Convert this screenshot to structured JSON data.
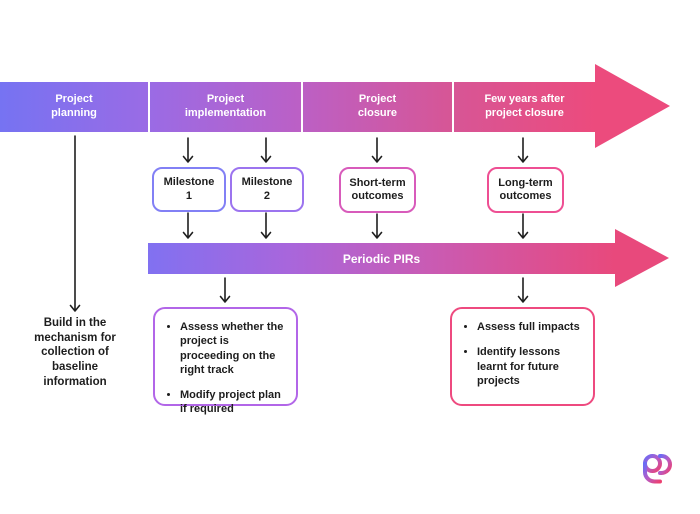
{
  "timeline": {
    "segments": [
      {
        "label": "Project\nplanning"
      },
      {
        "label": "Project\nimplementation"
      },
      {
        "label": "Project\nclosure"
      },
      {
        "label": "Few years after\nproject closure"
      }
    ]
  },
  "milestones": [
    {
      "label": "Milestone\n1"
    },
    {
      "label": "Milestone\n2"
    },
    {
      "label": "Short-term\noutcomes"
    },
    {
      "label": "Long-term\noutcomes"
    }
  ],
  "pir_arrow": {
    "label": "Periodic PIRs"
  },
  "notes": {
    "planning_note": "Build in the\nmechanism for\ncollection of\nbaseline\ninformation"
  },
  "boxes": {
    "implementation_review": {
      "bullets": [
        "Assess whether the project is proceeding on the right track",
        "Modify project plan if required"
      ]
    },
    "post_closure_review": {
      "bullets": [
        "Assess full impacts",
        "Identify lessons learnt for future projects"
      ]
    }
  },
  "colors": {
    "gradient_start": "#7673F2",
    "gradient_mid": "#BB60C6",
    "gradient_end": "#EC4B7D",
    "milestone1_border": "#8280F5",
    "milestone2_border": "#9C74EF",
    "short_term_border": "#D85BBB",
    "long_term_border": "#EE4F93",
    "implementation_box_border": "#B266E8",
    "post_closure_box_border": "#EE4A7F",
    "connector_color": "#1f1f1f",
    "text_color": "#1d1d1d"
  }
}
